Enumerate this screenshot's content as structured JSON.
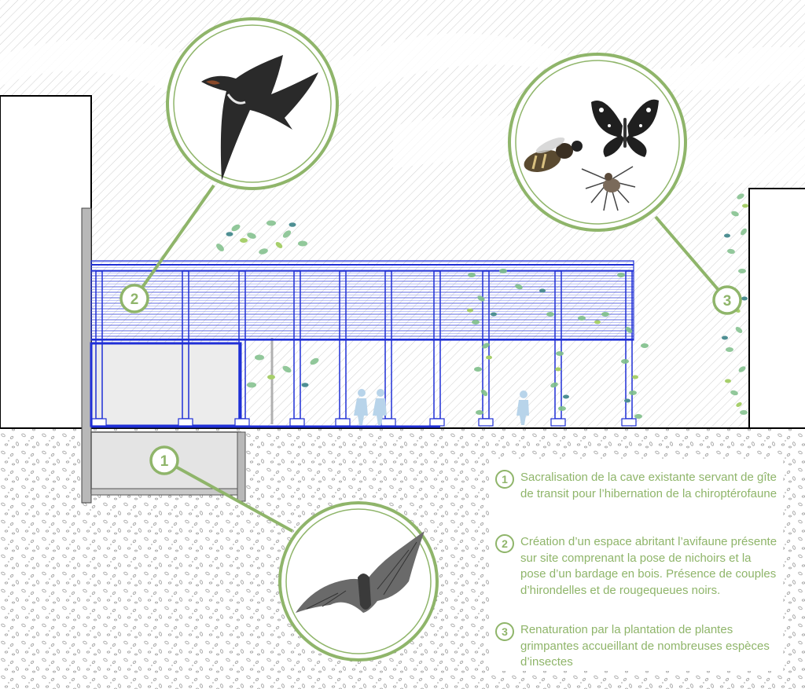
{
  "colors": {
    "accent_green": "#8fb56a",
    "structure_blue": "#1f2fd6",
    "hatch_gray": "#c9c9c9",
    "leaf_greens": [
      "#7fbf8a",
      "#5aa58c",
      "#a7cf6b",
      "#4e8f93"
    ]
  },
  "badges": [
    {
      "number": "1",
      "icon": "bat-icon"
    },
    {
      "number": "2",
      "icon": "swallow-icon"
    },
    {
      "number": "3",
      "icon": "insects-icon"
    }
  ],
  "legend": {
    "items": [
      {
        "number": "1",
        "text": "Sacralisation de la cave existante servant de gîte de transit pour l’hibernation de la chiroptérofaune"
      },
      {
        "number": "2",
        "text": "Création d’un espace abritant l’avifaune présente sur site comprenant la pose de nichoirs et la pose d’un bardage en bois. Présence de couples d’hirondelles et de rougequeues noirs."
      },
      {
        "number": "3",
        "text": "Renaturation par la plantation de plantes grimpantes accueillant de nombreuses espèces d’insectes"
      }
    ]
  }
}
